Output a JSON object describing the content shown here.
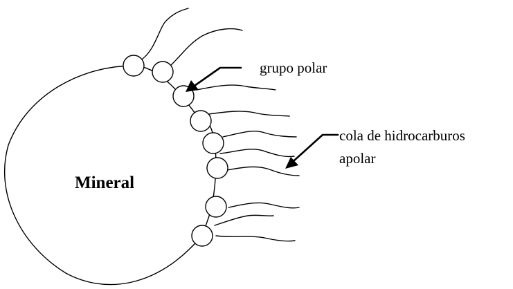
{
  "diagram": {
    "mineral_label": "Mineral",
    "polar_group_label": "grupo polar",
    "tail_label_line1": "cola de hidrocarburos",
    "tail_label_line2": "apolar"
  }
}
